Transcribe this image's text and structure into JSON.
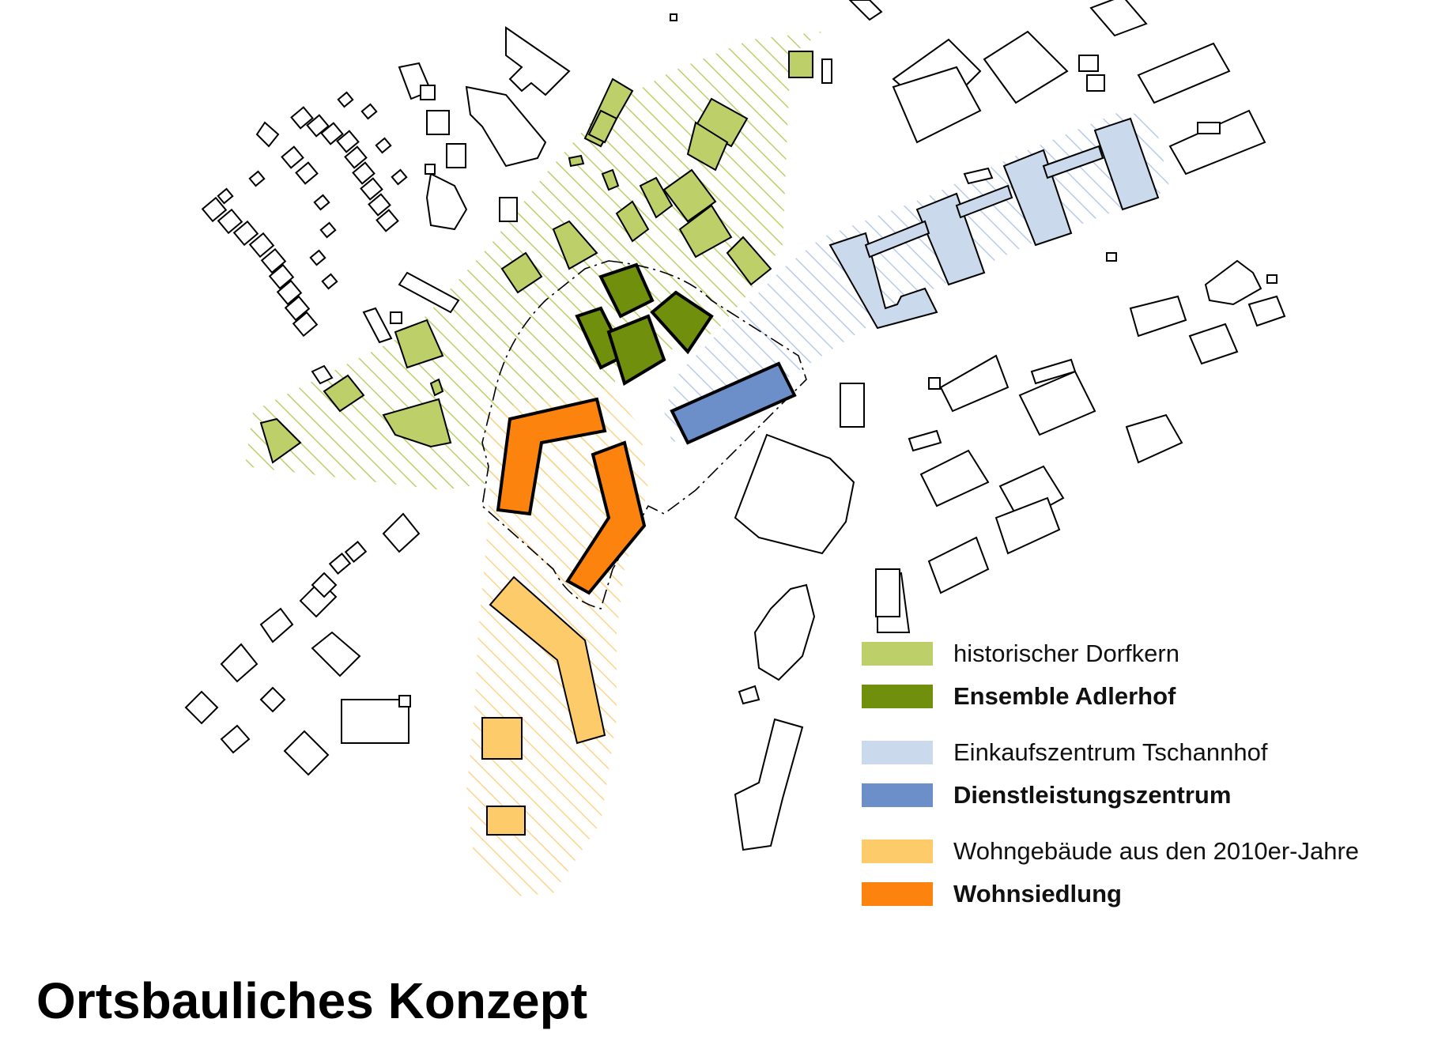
{
  "title": "Ortsbauliches Konzept",
  "colors": {
    "historic_light": "#bccf69",
    "ensemble_dark": "#6f8f0d",
    "shopping_light": "#cbd9ed",
    "service_blue": "#6d8fc9",
    "housing_light": "#fecb6b",
    "housing_orange": "#fc840e",
    "outline": "#000000"
  },
  "legend": [
    {
      "label": "historischer Dorfkern",
      "color": "#bccf69",
      "bold": false
    },
    {
      "label": "Ensemble Adlerhof",
      "color": "#6f8f0d",
      "bold": true
    },
    {
      "label": "Einkaufszentrum Tschannhof",
      "color": "#cbd9ed",
      "bold": false
    },
    {
      "label": "Dienstleistungszentrum",
      "color": "#6d8fc9",
      "bold": true
    },
    {
      "label": "Wohngebäude aus den 2010er-Jahre",
      "color": "#fecb6b",
      "bold": false
    },
    {
      "label": "Wohnsiedlung",
      "color": "#fc840e",
      "bold": true
    }
  ]
}
